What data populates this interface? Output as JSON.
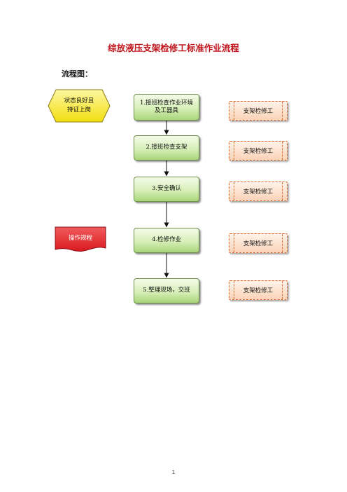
{
  "document": {
    "title": "综放液压支架检修工标准作业流程",
    "subtitle": "流程图：",
    "page_number": "1"
  },
  "flowchart": {
    "precondition": {
      "line1": "状态良好且",
      "line2": "持证上岗"
    },
    "reference_document": "操作规程",
    "steps": [
      {
        "line1": "1.接班检查作业环境",
        "line2": "及工器具"
      },
      {
        "line1": "2.接班检查支架"
      },
      {
        "line1": "3.安全确认"
      },
      {
        "line1": "4.检修作业"
      },
      {
        "line1": "5.整理现场，交班"
      }
    ],
    "roles": [
      "支架检修工",
      "支架检修工",
      "支架检修工",
      "支架检修工",
      "支架检修工"
    ],
    "colors": {
      "step_fill": "#c9e8a6",
      "step_border": "#6f8f4a",
      "role_fill": "#fbd3b8",
      "role_border": "#d7672c",
      "precondition_fill": "#f8ec2c",
      "reference_fill": "#e8272c",
      "title": "#c0141b"
    }
  }
}
